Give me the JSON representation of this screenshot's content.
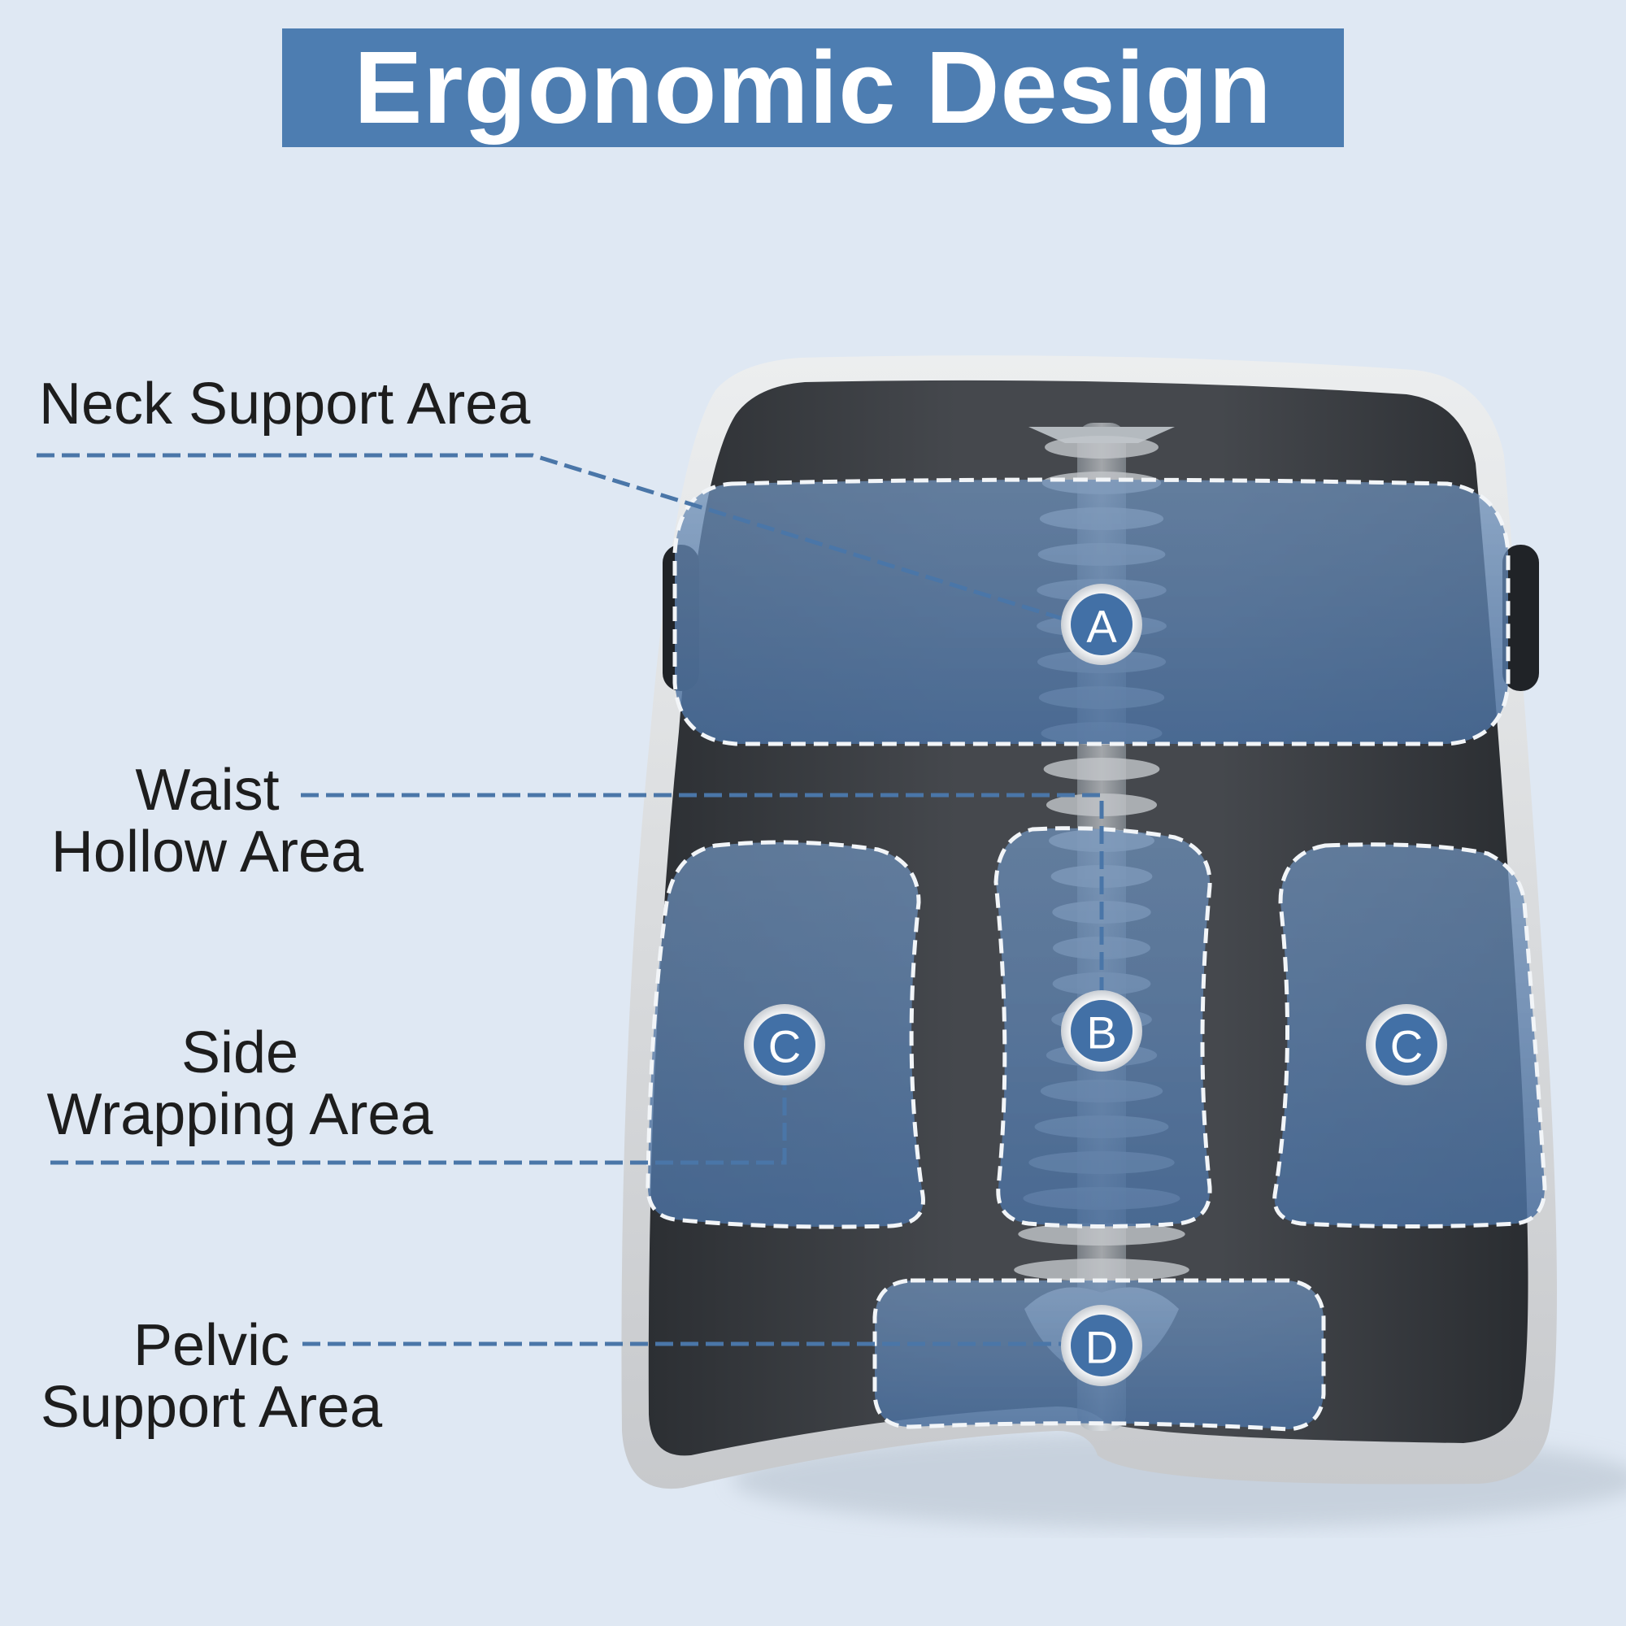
{
  "title": "Ergonomic Design",
  "labels": {
    "neck": "Neck Support Area",
    "waist": "Waist\nHollow Area",
    "side": "Side\nWrapping Area",
    "pelvic": "Pelvic\nSupport Area"
  },
  "badges": {
    "neck": "A",
    "waist": "B",
    "side_left": "C",
    "side_right": "C",
    "pelvic": "D"
  },
  "colors": {
    "background": "#dfe8f3",
    "title_bg": "#4d7db1",
    "title_text": "#ffffff",
    "label_text": "#1d1d1d",
    "leader_line": "#4a76a8",
    "badge": "#4270a6",
    "cushion_body": "#3a3d42",
    "cushion_rim": "#d6d8da"
  }
}
